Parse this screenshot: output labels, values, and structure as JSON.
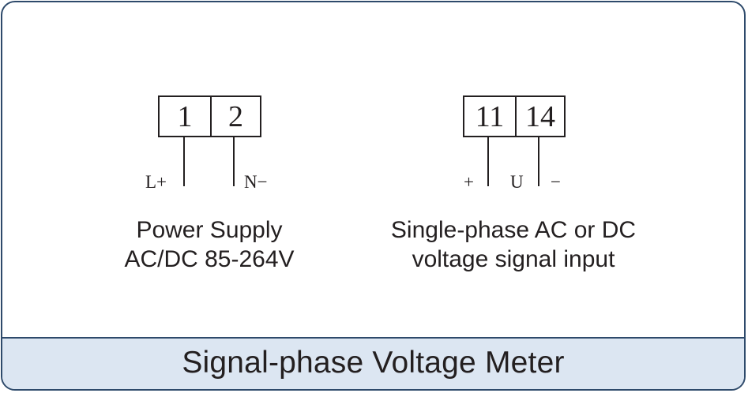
{
  "footer": {
    "title": "Signal-phase Voltage Meter"
  },
  "power": {
    "terminals": [
      "1",
      "2"
    ],
    "pins": {
      "left": "L+",
      "right": "N−"
    },
    "caption_line1": "Power Supply",
    "caption_line2": "AC/DC 85-264V"
  },
  "signal": {
    "terminals": [
      "11",
      "14"
    ],
    "pins": {
      "plus": "+",
      "mid": "U",
      "minus": "−"
    },
    "caption_line1": "Single-phase AC or DC",
    "caption_line2": "voltage signal input"
  },
  "colors": {
    "frame_border": "#2e4a6b",
    "footer_fill": "#dce6f2",
    "ink": "#231f20"
  }
}
